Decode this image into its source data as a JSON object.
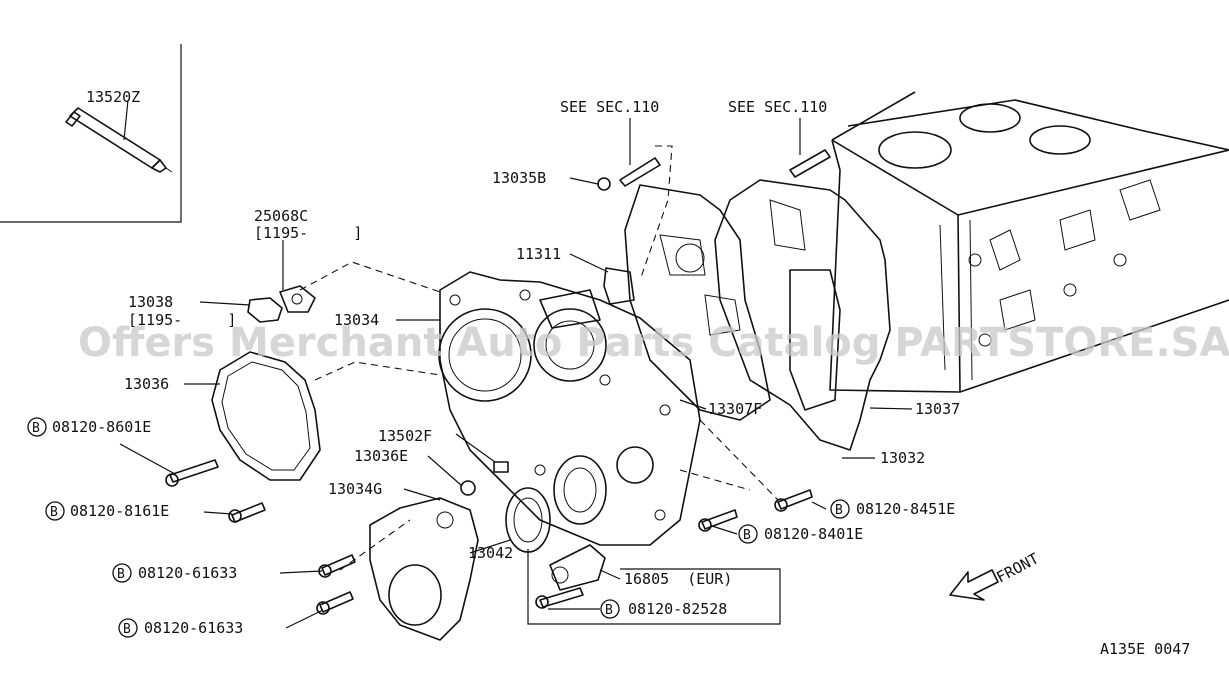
{
  "watermark": "Offers Merchant Auto Parts Catalog PARTSTORE.SA",
  "diagram_code": "A135E 0047",
  "front_label": "FRONT",
  "bolt_marker": "B",
  "labels": {
    "p13520Z": "13520Z",
    "see110a": "SEE SEC.110",
    "see110b": "SEE SEC.110",
    "p13035B": "13035B",
    "p25068C": "25068C",
    "p25068C_date": "[1195-     ]",
    "p11311": "11311",
    "p13038": "13038",
    "p13038_date": "[1195-     ]",
    "p13034": "13034",
    "p13036": "13036",
    "p13307F": "13307F",
    "p13037": "13037",
    "p13032": "13032",
    "b08120_8601E": "08120-8601E",
    "p13502F": "13502F",
    "p13036E": "13036E",
    "p13034G": "13034G",
    "b08120_8161E": "08120-8161E",
    "b08120_8451E": "08120-8451E",
    "b08120_8401E": "08120-8401E",
    "p13042": "13042",
    "b08120_61633a": "08120-61633",
    "p16805": "16805  (EUR)",
    "b08120_61633b": "08120-61633",
    "b08120_82528": "08120-82528"
  }
}
